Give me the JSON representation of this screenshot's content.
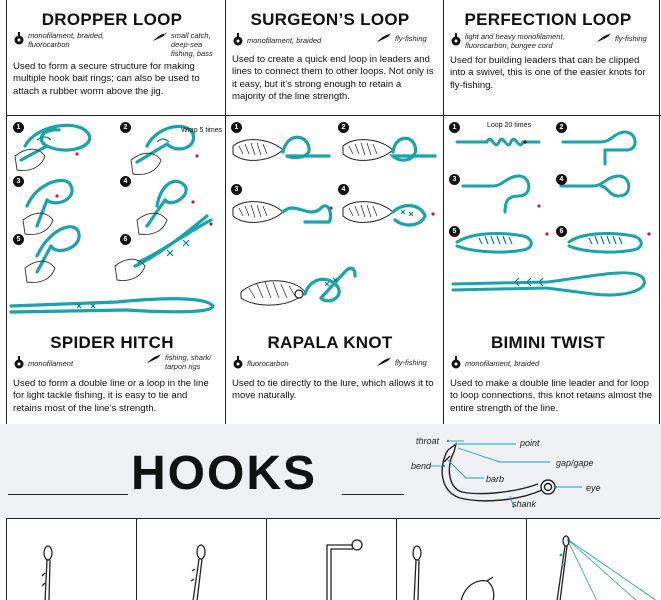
{
  "colors": {
    "line": "#1aa3ad",
    "line_dark": "#0d7f89",
    "ink": "#111111",
    "accent": "#c2185b",
    "band": "#eef0f4"
  },
  "knots": [
    {
      "title": "DROPPER LOOP",
      "line_types": "monofilament, braided, fluorocarbon",
      "fish_types": "small catch, deep-sea fishing, bass",
      "description": "Used to form a secure structure for making multiple hook bait rings; can also be used to attach a rubber worm above the jig."
    },
    {
      "title": "SURGEON’S LOOP",
      "line_types": "monofilament, braided",
      "fish_types": "fly-fishing",
      "description": "Used to create a quick end loop in leaders and lines to connect them to other loops. Not only is it easy, but it’s strong enough to retain a majority of the line strength."
    },
    {
      "title": "PERFECTION LOOP",
      "line_types": "light and heavy monofilament, fluorocarbon, bungee cord",
      "fish_types": "fly-fishing",
      "description": "Used for building leaders that can be clipped into a swivel, this is one of the easier knots for fly-fishing."
    },
    {
      "title": "SPIDER HITCH",
      "line_types": "monofilament",
      "fish_types": "fishing, shark/ tarpon rigs",
      "description": "Used to form a double line or a loop in the line for light tackle fishing, it is easy to tie and retains most of the line’s strength."
    },
    {
      "title": "RAPALA KNOT",
      "line_types": "fluorocarbon",
      "fish_types": "fly-fishing",
      "description": "Used to tie directly to the lure, which allows it to move naturally."
    },
    {
      "title": "BIMINI TWIST",
      "line_types": "monofilament, braided",
      "fish_types": "",
      "description": "Used to make a double line leader and for loop to loop connections, this knot retains almost the entire strength of the line."
    }
  ],
  "diagram_notes": {
    "spider_wrap": "Wrap 5 times",
    "bimini_loop": "Loop 20 times"
  },
  "steps": [
    "1",
    "2",
    "3",
    "4",
    "5",
    "6"
  ],
  "hooks": {
    "title": "HOOKS",
    "parts": {
      "throat": "throat",
      "point": "point",
      "bend": "bend",
      "gap": "gap/gape",
      "barb": "barb",
      "eye": "eye",
      "shank": "shank"
    }
  }
}
